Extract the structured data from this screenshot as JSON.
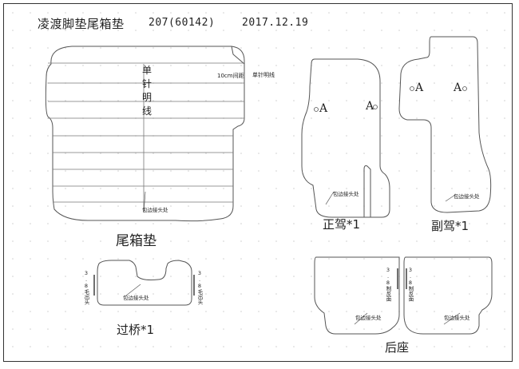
{
  "header": {
    "title": "凌渡脚垫尾箱垫",
    "code": "207(60142)",
    "date": "2017.12.19"
  },
  "trunk": {
    "label": "尾箱垫",
    "stitch_line": "单针明线",
    "spacing_note": "10cm间距",
    "stitch_note": "单针明线",
    "binding_note": "包边接头处"
  },
  "driver": {
    "label": "正驾*1",
    "mark_left": "A",
    "mark_right": "A",
    "binding_note": "包边接头处"
  },
  "passenger": {
    "label": "副驾*1",
    "mark_left": "A",
    "mark_right": "A",
    "binding_note": "包边接头处"
  },
  "bridge": {
    "label": "过桥*1",
    "left_note": "3.8毛出头",
    "right_note": "3.8毛出头",
    "binding_note": "包边接头处"
  },
  "rear": {
    "label": "后座",
    "left_note": "3.8制反面",
    "right_note": "3.8制反面",
    "binding_note_left": "包边接头处",
    "binding_note_right": "包边接头处"
  }
}
